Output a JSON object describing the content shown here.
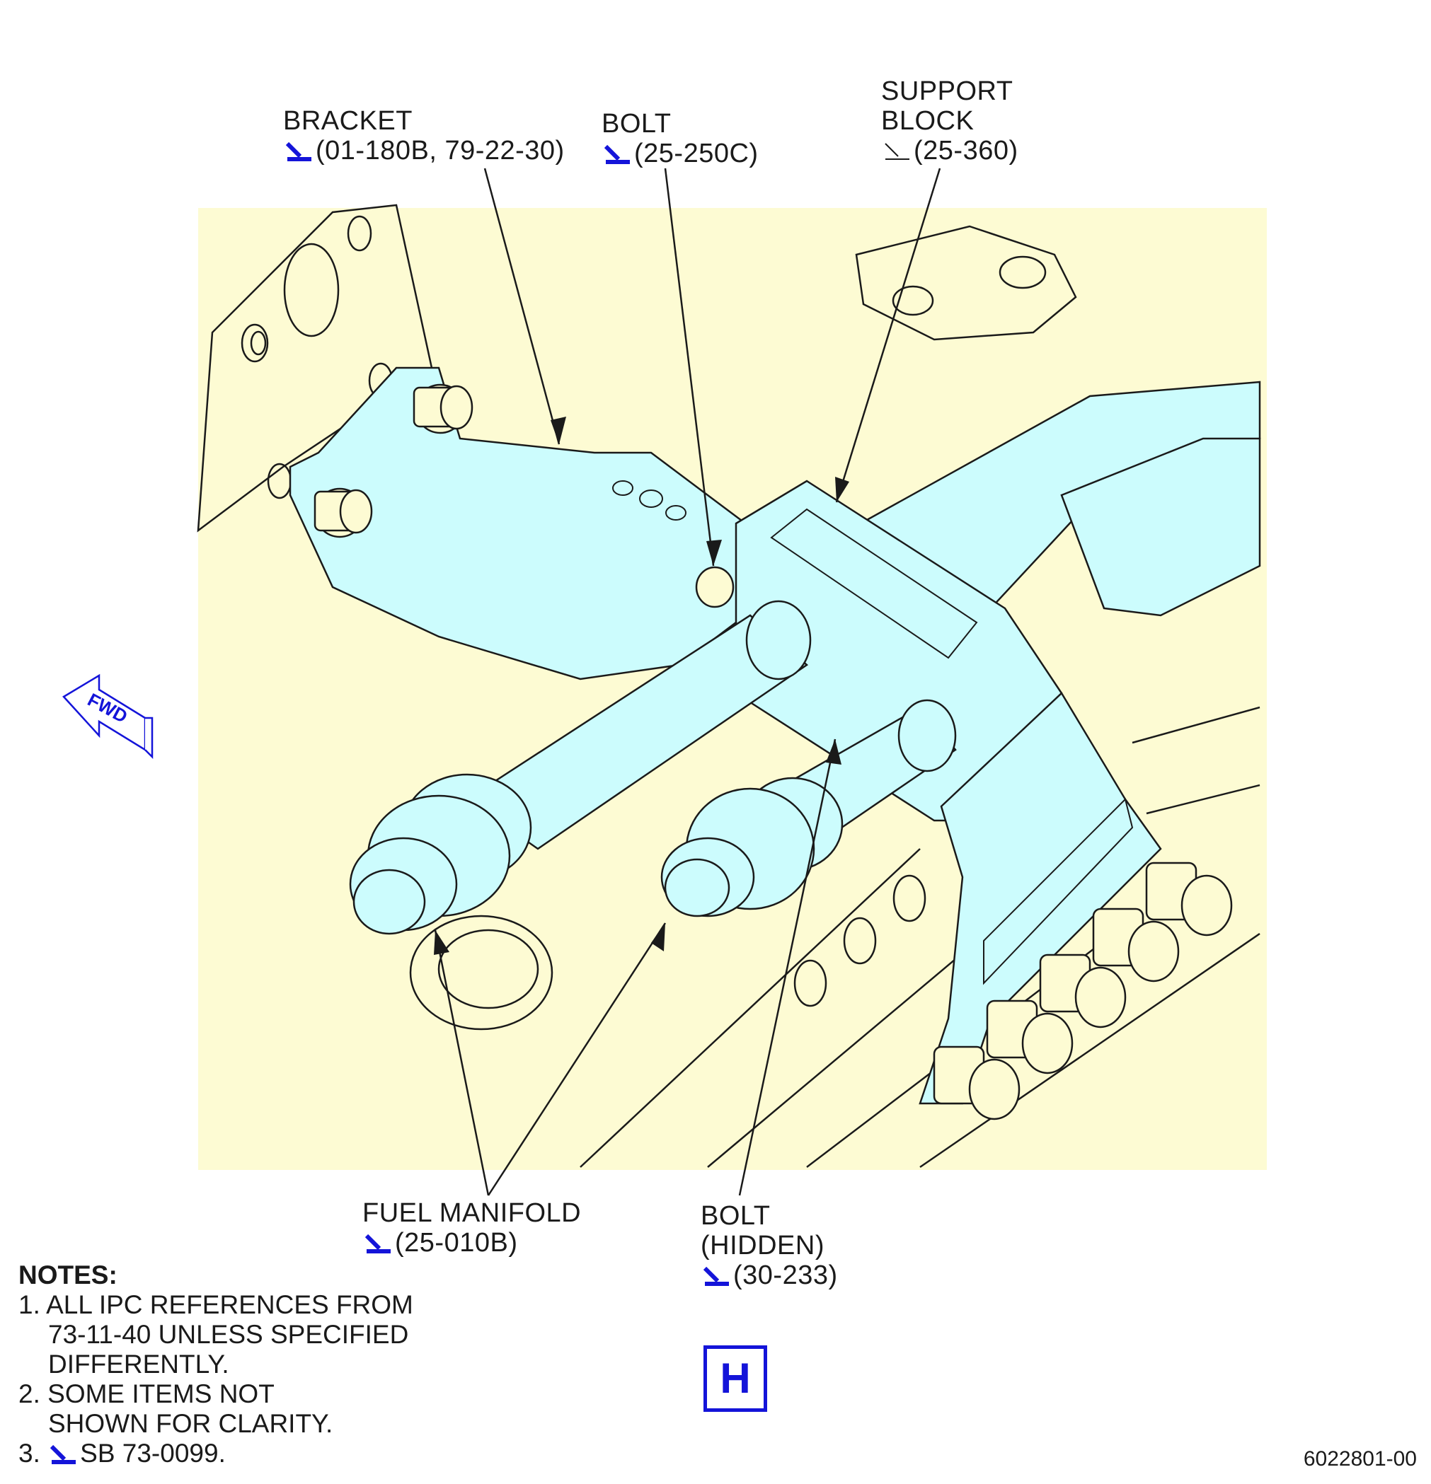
{
  "labels": {
    "bracket": {
      "title": "BRACKET",
      "ref": "(01-180B, 79-22-30)"
    },
    "bolt_top": {
      "title": "BOLT",
      "ref": "(25-250C)"
    },
    "support_block": {
      "line1": "SUPPORT",
      "line2": "BLOCK",
      "ref": "(25-360)"
    },
    "fuel_manifold": {
      "title": "FUEL MANIFOLD",
      "ref": "(25-010B)"
    },
    "bolt_hidden": {
      "line1": "BOLT",
      "line2": "(HIDDEN)",
      "ref": "(30-233)"
    }
  },
  "fwd_arrow": {
    "text": "FWD"
  },
  "notes": {
    "heading": "NOTES:",
    "n1a": "1. ALL IPC REFERENCES FROM",
    "n1b": "73-11-40 UNLESS SPECIFIED",
    "n1c": "DIFFERENTLY.",
    "n2a": "2. SOME ITEMS NOT",
    "n2b": "SHOWN FOR CLARITY.",
    "n3_prefix": "3.",
    "n3_text": "SB 73-0099."
  },
  "view_letter": "H",
  "document_number": "6022801-00",
  "colors": {
    "background_panel": "#fdfbd3",
    "part_highlight": "#ccfcfd",
    "reference_symbol": "#1414d9",
    "line": "#1a1a1a"
  },
  "icons": {
    "reference": "ipc-reference-icon",
    "fwd": "fwd-arrow-icon"
  }
}
